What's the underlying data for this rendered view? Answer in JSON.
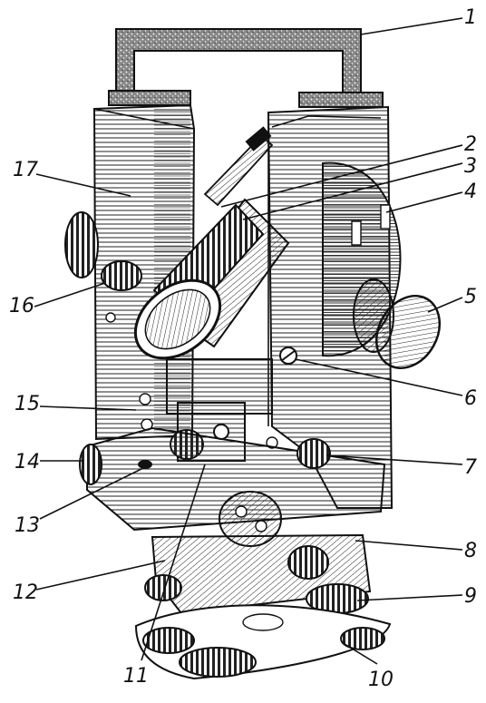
{
  "figure": {
    "labels": [
      "1",
      "2",
      "3",
      "4",
      "5",
      "6",
      "7",
      "8",
      "9",
      "10",
      "11",
      "12",
      "13",
      "14",
      "15",
      "16",
      "17"
    ]
  },
  "colors": {
    "ink": "#111111",
    "paper": "#ffffff"
  }
}
